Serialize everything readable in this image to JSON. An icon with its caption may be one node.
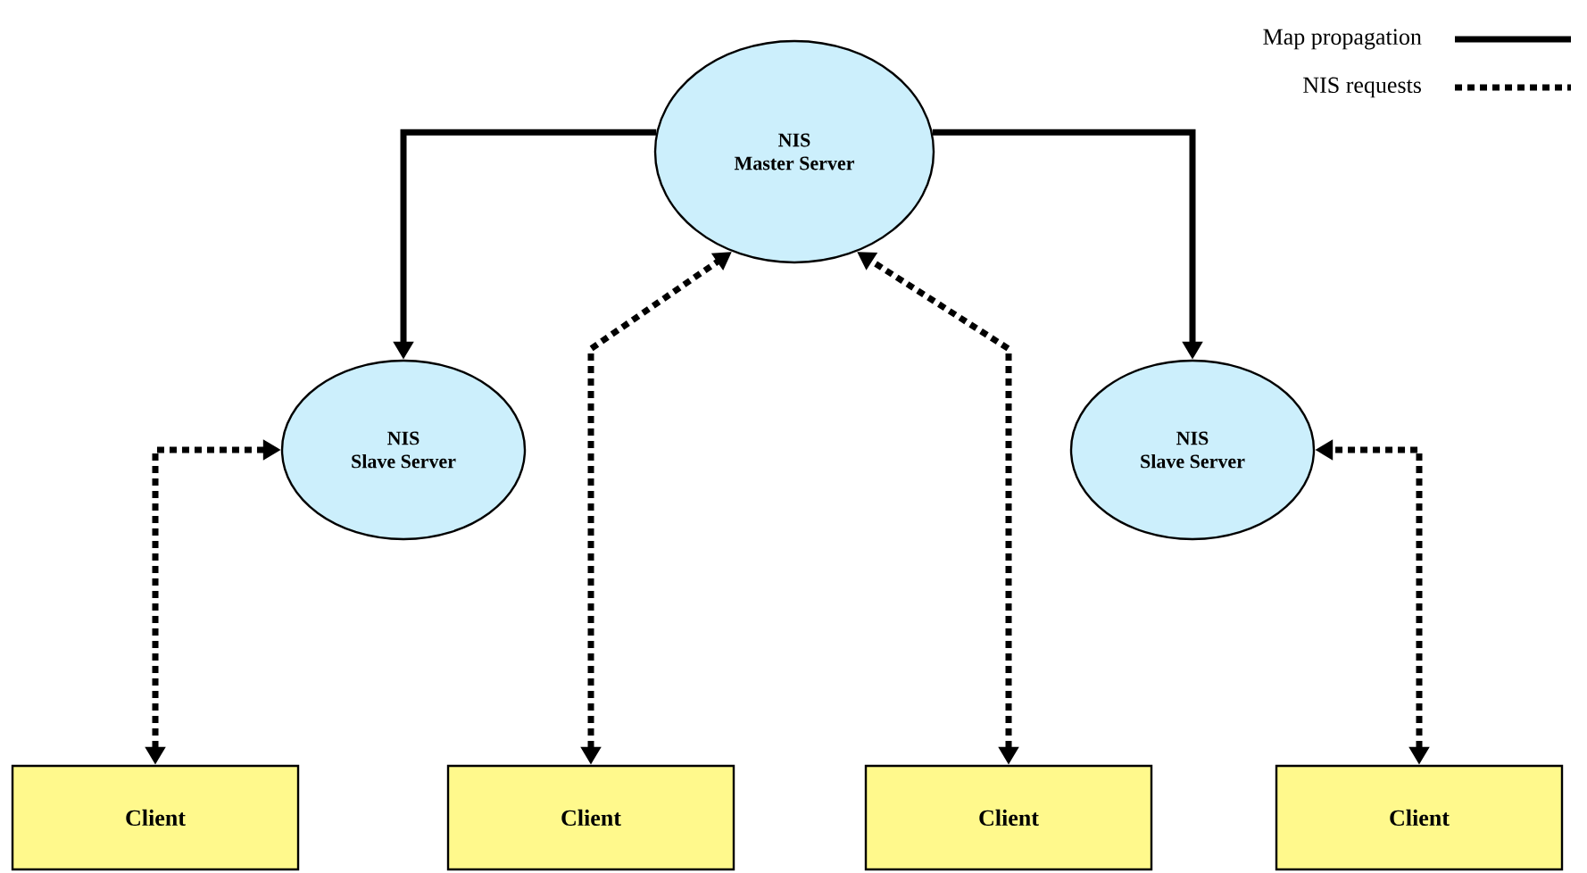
{
  "diagram": {
    "nodes": [
      {
        "text": [
          "NIS",
          "Master Server"
        ]
      },
      {
        "text": [
          "NIS",
          "Slave Server"
        ]
      },
      {
        "text": [
          "NIS",
          "Slave Server"
        ]
      },
      {
        "text": [
          "Client"
        ]
      },
      {
        "text": [
          "Client"
        ]
      },
      {
        "text": [
          "Client"
        ]
      },
      {
        "text": [
          "Client"
        ]
      }
    ],
    "edges": [
      {
        "from": 0,
        "to": 1,
        "arrow": "to"
      },
      {
        "from": 0,
        "to": 2,
        "arrow": "to"
      },
      {
        "from": 3,
        "to": 1,
        "arrow": "both",
        "style": "dashed"
      },
      {
        "from": 4,
        "to": 0,
        "arrow": "both",
        "style": "dashed"
      },
      {
        "from": 5,
        "to": 0,
        "arrow": "both",
        "style": "dashed"
      },
      {
        "from": 6,
        "to": 2,
        "arrow": "both",
        "style": "dashed"
      }
    ],
    "legend": [
      {
        "text": "Map propagation"
      },
      {
        "text": "NIS requests"
      }
    ]
  }
}
